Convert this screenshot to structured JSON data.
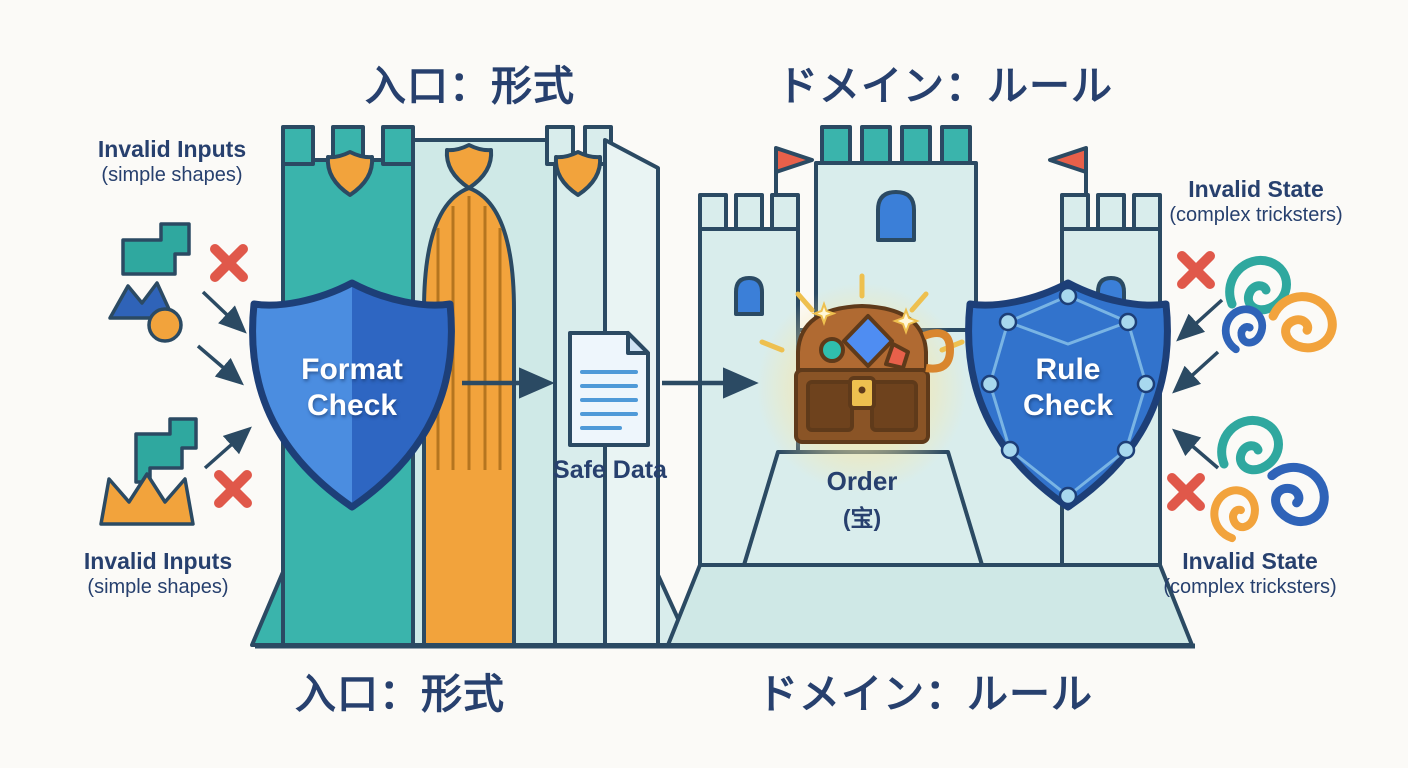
{
  "diagram": {
    "top_titles": {
      "entrance": "入口：形式",
      "domain": "ドメイン：ルール"
    },
    "bottom_titles": {
      "entrance": "入口：形式",
      "domain": "ドメイン：ルール"
    },
    "left_annotation_top": {
      "line1": "Invalid Inputs",
      "line2": "(simple shapes)"
    },
    "left_annotation_bottom": {
      "line1": "Invalid Inputs",
      "line2": "(simple shapes)"
    },
    "right_annotation_top": {
      "line1": "Invalid State",
      "line2": "(complex tricksters)"
    },
    "right_annotation_bottom": {
      "line1": "Invalid State",
      "line2": "(complex tricksters)"
    },
    "format_shield": {
      "line1": "Format",
      "line2": "Check"
    },
    "rule_shield": {
      "line1": "Rule",
      "line2": "Check"
    },
    "safe_data_label": "Safe Data",
    "treasure_label": {
      "line1": "Order",
      "line2": "(宝)"
    }
  },
  "colors": {
    "navy_text": "#27406e",
    "outline": "#2b4a63",
    "teal": "#3ab4ac",
    "light_teal": "#d9edec",
    "shield_blue_light": "#4b8de0",
    "shield_blue_dark": "#2e66c2",
    "shield_outline": "#1d3f78",
    "orange": "#f2a33c",
    "red_x": "#e0584a",
    "glow_gold": "#eec04f",
    "chest_brown": "#8a5426",
    "gem_blue": "#4f8df2",
    "background": "#fbfaf7"
  },
  "icons": {
    "format-check-shield-icon": "shield",
    "rule-check-shield-icon": "shield-with-network",
    "safe-data-document-icon": "document",
    "treasure-chest-icon": "open-treasure-chest",
    "x-mark-icon": "✕",
    "arrow-icon": "→",
    "swirl-icon": "spiral",
    "flag-icon": "flag",
    "crown-icon": "crown",
    "puzzle-icon": "puzzle-piece"
  }
}
